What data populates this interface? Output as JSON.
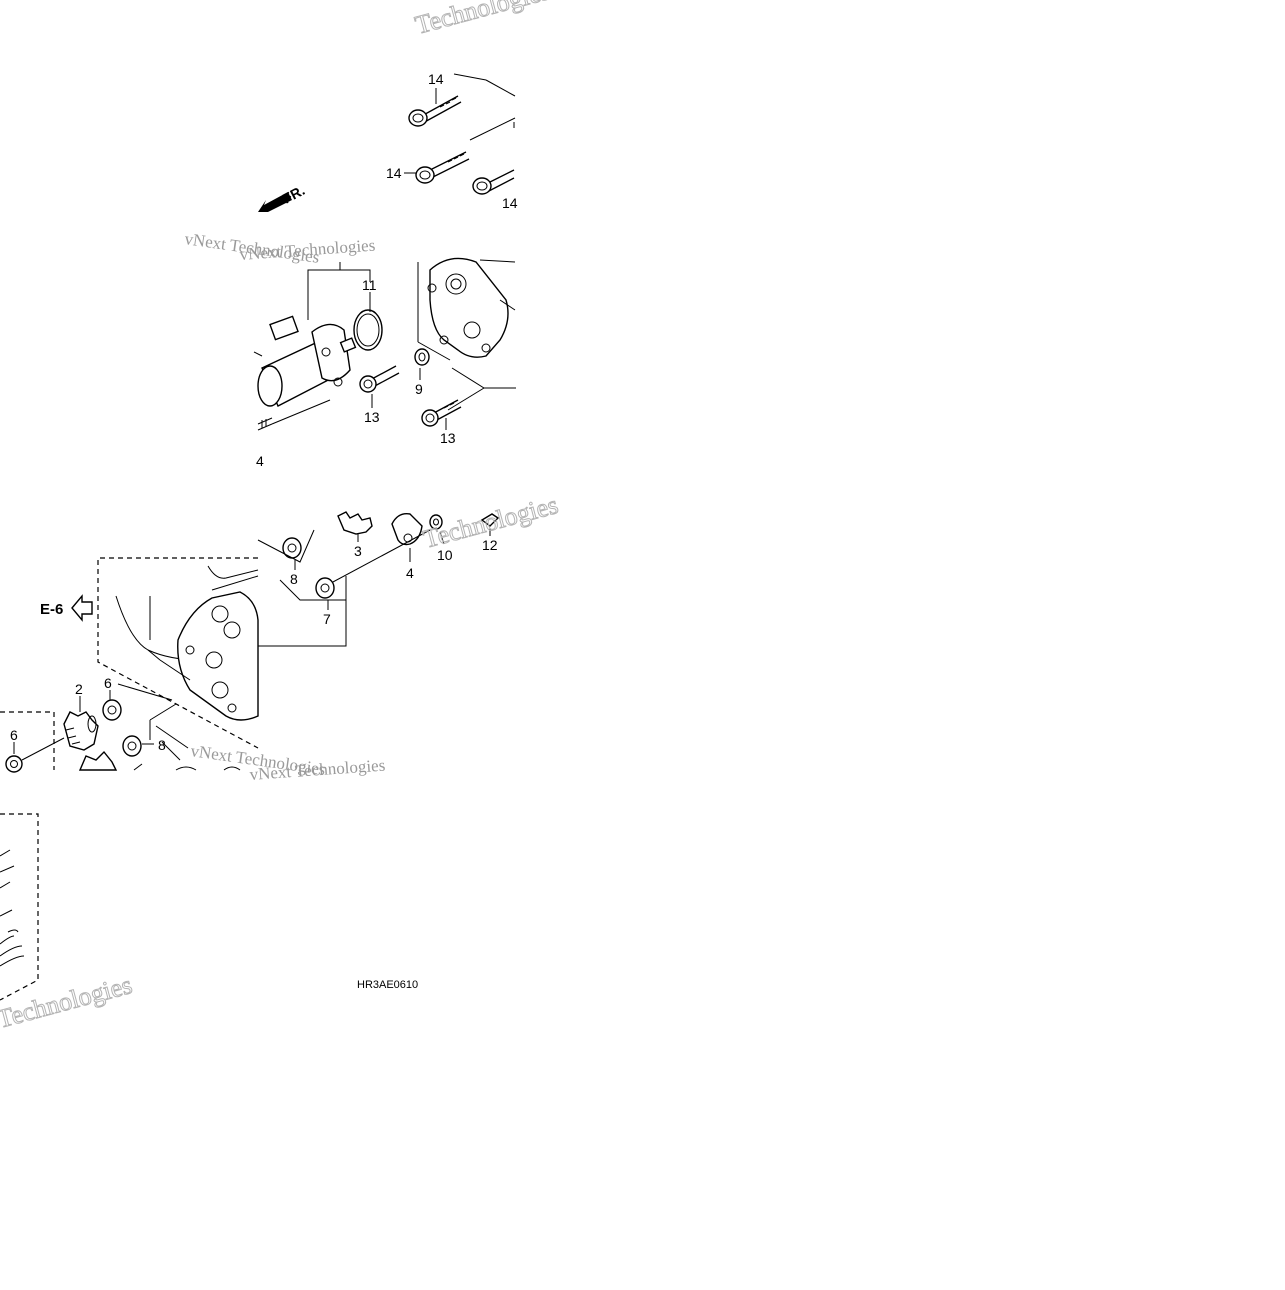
{
  "diagram": {
    "drawing_code": "HR3AE0610",
    "direction_label": "FR.",
    "reference_label": "E-6",
    "callouts": {
      "c14a": "14",
      "c14b": "14",
      "c14c": "14",
      "c14d": "4",
      "c11": "11",
      "c9": "9",
      "c13a": "13",
      "c13b": "13",
      "c3": "3",
      "c4": "4",
      "c10": "10",
      "c12": "12",
      "c8a": "8",
      "c7": "7",
      "c2": "2",
      "c6a": "6",
      "c6b": "6",
      "c8b": "8"
    },
    "watermarks": {
      "w1": "Technologies",
      "w2": "vNext Technologies",
      "w3": "vNext Technologies",
      "w4": "vNext Technologies",
      "w5": "Technologies",
      "w6": "vNext Technologies",
      "w7": "Technologies"
    }
  }
}
